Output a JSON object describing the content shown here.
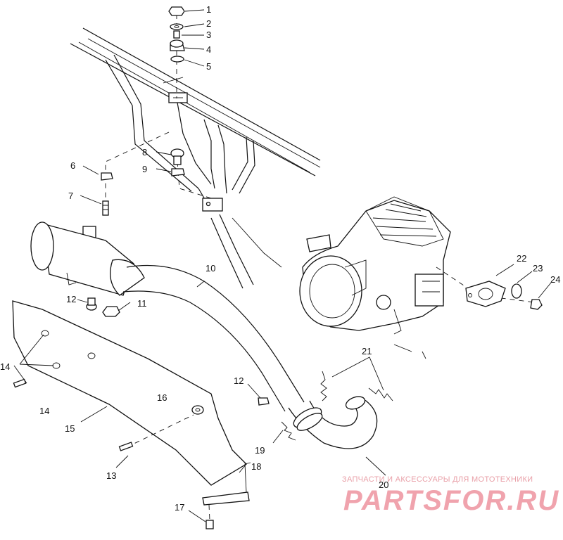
{
  "diagram": {
    "callouts": [
      "1",
      "2",
      "3",
      "4",
      "5",
      "6",
      "7",
      "8",
      "9",
      "10",
      "11",
      "12",
      "12",
      "13",
      "14",
      "14",
      "15",
      "16",
      "17",
      "18",
      "19",
      "20",
      "21",
      "22",
      "23",
      "24"
    ]
  },
  "watermark": {
    "tagline": "ЗАПЧАСТИ И АКСЕССУАРЫ ДЛЯ МОТОТЕХНИКИ",
    "brand": "PARTSFOR.RU",
    "color": "#f0a3ad"
  }
}
